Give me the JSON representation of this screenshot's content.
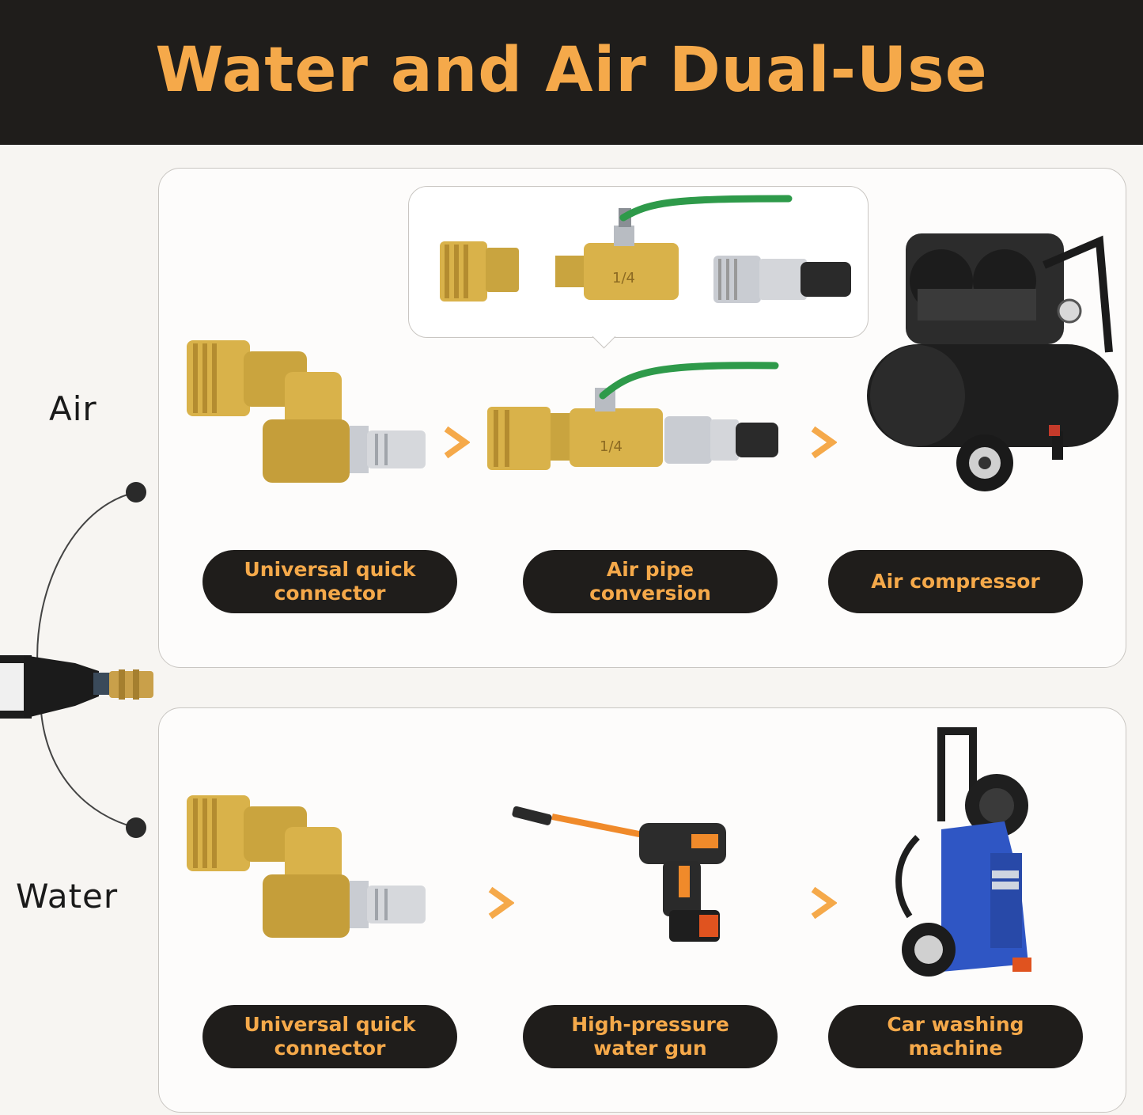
{
  "header": {
    "title": "Water and Air Dual-Use"
  },
  "sides": {
    "air": "Air",
    "water": "Water"
  },
  "air_row": {
    "labels": [
      "Universal quick\nconnector",
      "Air pipe\nconversion",
      "Air compressor"
    ],
    "valve_mark": "1/4"
  },
  "water_row": {
    "labels": [
      "Universal quick\nconnector",
      "High-pressure\nwater gun",
      "Car washing\nmachine"
    ]
  },
  "colors": {
    "banner": "#1f1d1b",
    "accent": "#f5a94a",
    "brass": "#d9b24a",
    "valve_handle": "#2e9a4a",
    "washer_body": "#2f56c4",
    "gun_accent": "#f08a2a"
  },
  "icons": [
    "arrow-right-icon",
    "hose-wand-icon",
    "connection-dot-icon"
  ]
}
